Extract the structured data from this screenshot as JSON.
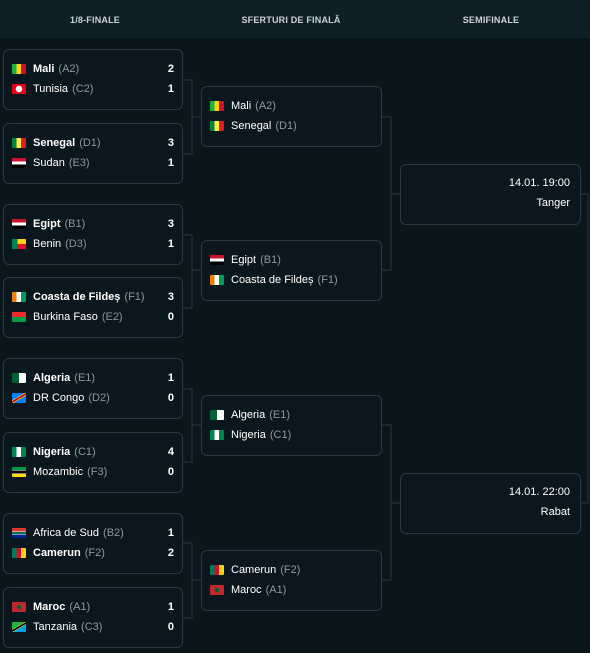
{
  "columns": {
    "r16": "1/8-FINALE",
    "qf": "SFERTURI DE FINALĂ",
    "sf": "SEMIFINALE"
  },
  "round_of_16": [
    {
      "home": {
        "name": "Mali",
        "group": "(A2)",
        "score": "2",
        "flag": "mali-flag-icon",
        "winner": true
      },
      "away": {
        "name": "Tunisia",
        "group": "(C2)",
        "score": "1",
        "flag": "tunisia-flag-icon",
        "winner": false
      }
    },
    {
      "home": {
        "name": "Senegal",
        "group": "(D1)",
        "score": "3",
        "flag": "senegal-flag-icon",
        "winner": true
      },
      "away": {
        "name": "Sudan",
        "group": "(E3)",
        "score": "1",
        "flag": "sudan-flag-icon",
        "winner": false
      }
    },
    {
      "home": {
        "name": "Egipt",
        "group": "(B1)",
        "score": "3",
        "flag": "egypt-flag-icon",
        "winner": true
      },
      "away": {
        "name": "Benin",
        "group": "(D3)",
        "score": "1",
        "flag": "benin-flag-icon",
        "winner": false
      }
    },
    {
      "home": {
        "name": "Coasta de Fildeș",
        "group": "(F1)",
        "score": "3",
        "flag": "ivory-coast-flag-icon",
        "winner": true
      },
      "away": {
        "name": "Burkina Faso",
        "group": "(E2)",
        "score": "0",
        "flag": "burkina-faso-flag-icon",
        "winner": false
      }
    },
    {
      "home": {
        "name": "Algeria",
        "group": "(E1)",
        "score": "1",
        "flag": "algeria-flag-icon",
        "winner": true
      },
      "away": {
        "name": "DR Congo",
        "group": "(D2)",
        "score": "0",
        "flag": "dr-congo-flag-icon",
        "winner": false
      }
    },
    {
      "home": {
        "name": "Nigeria",
        "group": "(C1)",
        "score": "4",
        "flag": "nigeria-flag-icon",
        "winner": true
      },
      "away": {
        "name": "Mozambic",
        "group": "(F3)",
        "score": "0",
        "flag": "mozambique-flag-icon",
        "winner": false
      }
    },
    {
      "home": {
        "name": "Africa de Sud",
        "group": "(B2)",
        "score": "1",
        "flag": "south-africa-flag-icon",
        "winner": false
      },
      "away": {
        "name": "Camerun",
        "group": "(F2)",
        "score": "2",
        "flag": "cameroon-flag-icon",
        "winner": true
      }
    },
    {
      "home": {
        "name": "Maroc",
        "group": "(A1)",
        "score": "1",
        "flag": "morocco-flag-icon",
        "winner": true
      },
      "away": {
        "name": "Tanzania",
        "group": "(C3)",
        "score": "0",
        "flag": "tanzania-flag-icon",
        "winner": false
      }
    }
  ],
  "quarter_finals": [
    {
      "home": {
        "name": "Mali",
        "group": "(A2)",
        "flag": "mali-flag-icon"
      },
      "away": {
        "name": "Senegal",
        "group": "(D1)",
        "flag": "senegal-flag-icon"
      }
    },
    {
      "home": {
        "name": "Egipt",
        "group": "(B1)",
        "flag": "egypt-flag-icon"
      },
      "away": {
        "name": "Coasta de Fildeș",
        "group": "(F1)",
        "flag": "ivory-coast-flag-icon"
      }
    },
    {
      "home": {
        "name": "Algeria",
        "group": "(E1)",
        "flag": "algeria-flag-icon"
      },
      "away": {
        "name": "Nigeria",
        "group": "(C1)",
        "flag": "nigeria-flag-icon"
      }
    },
    {
      "home": {
        "name": "Camerun",
        "group": "(F2)",
        "flag": "cameroon-flag-icon"
      },
      "away": {
        "name": "Maroc",
        "group": "(A1)",
        "flag": "morocco-flag-icon"
      }
    }
  ],
  "semi_finals": [
    {
      "datetime": "14.01. 19:00",
      "venue": "Tanger"
    },
    {
      "datetime": "14.01. 22:00",
      "venue": "Rabat"
    }
  ],
  "colors": {
    "background": "#0a151c",
    "header": "#0f1e27",
    "card_border": "#2a3942"
  }
}
